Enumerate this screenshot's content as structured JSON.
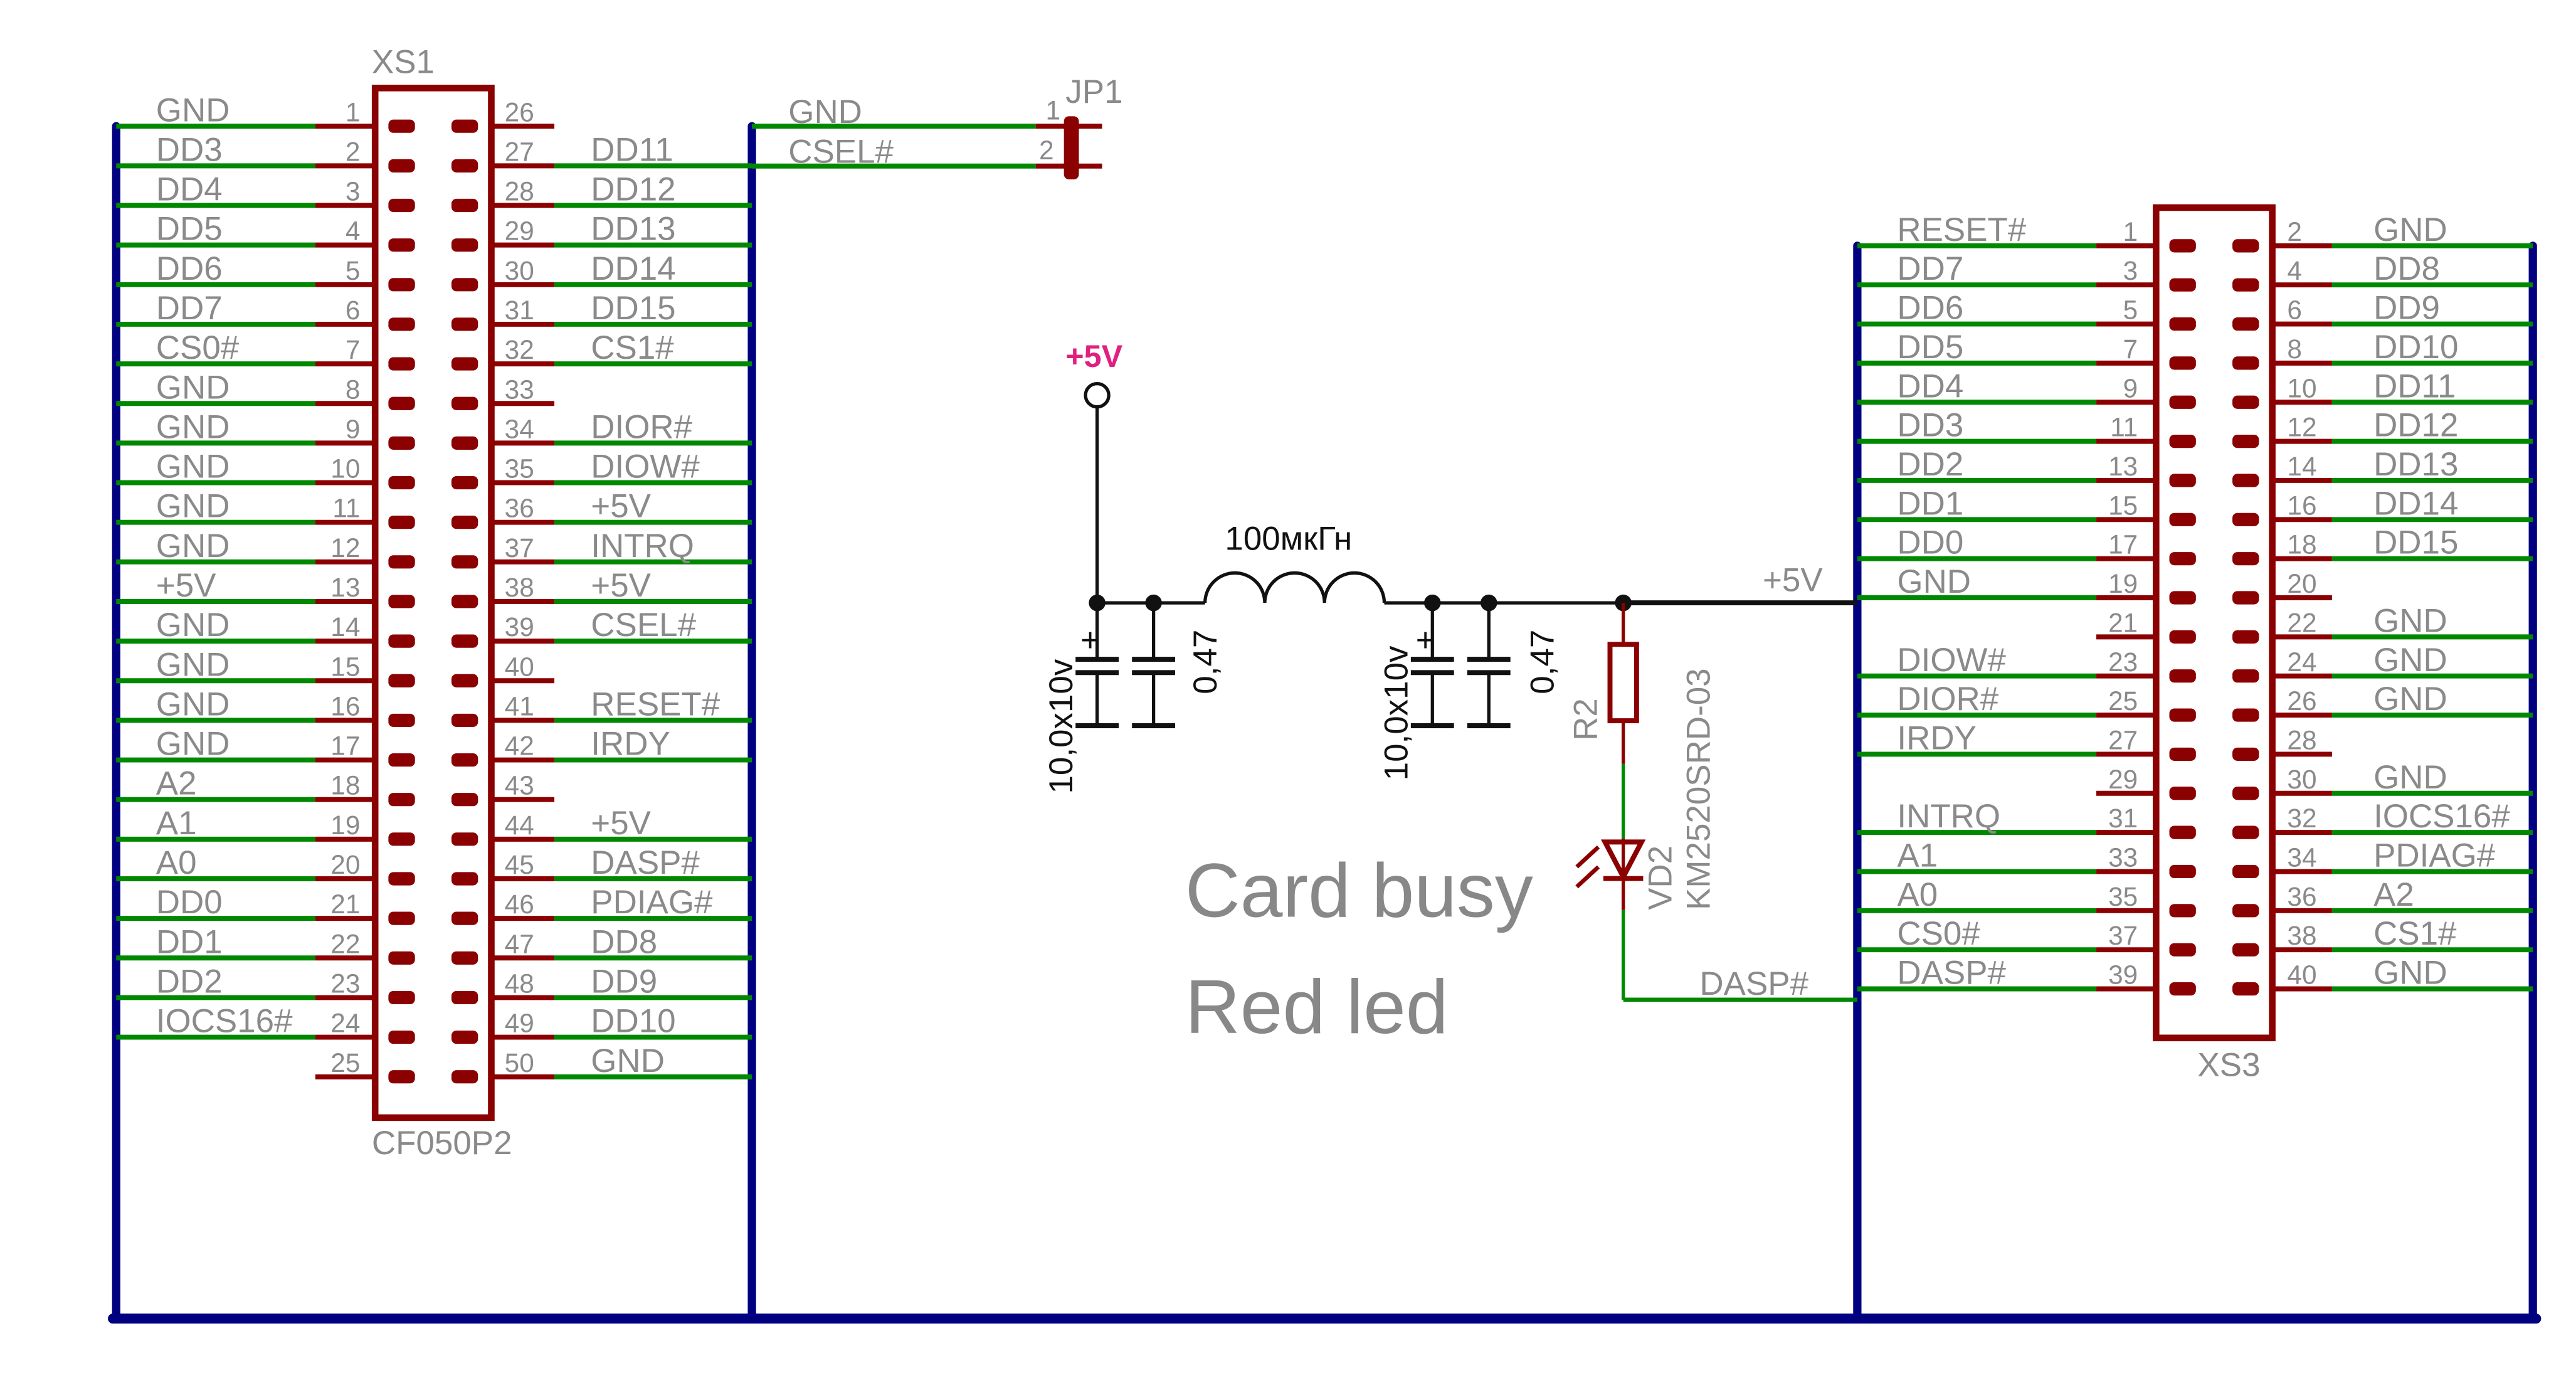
{
  "colors": {
    "bus": "#000080",
    "net": "#008800",
    "component": "#8b0000",
    "text": "#8a8a8a",
    "wire": "#111111",
    "power_label": "#e0207f"
  },
  "xs1": {
    "name": "XS1",
    "value": "CF050P2",
    "left_pins": [
      {
        "pin": "1",
        "net": "GND"
      },
      {
        "pin": "2",
        "net": "DD3"
      },
      {
        "pin": "3",
        "net": "DD4"
      },
      {
        "pin": "4",
        "net": "DD5"
      },
      {
        "pin": "5",
        "net": "DD6"
      },
      {
        "pin": "6",
        "net": "DD7"
      },
      {
        "pin": "7",
        "net": "CS0#"
      },
      {
        "pin": "8",
        "net": "GND"
      },
      {
        "pin": "9",
        "net": "GND"
      },
      {
        "pin": "10",
        "net": "GND"
      },
      {
        "pin": "11",
        "net": "GND"
      },
      {
        "pin": "12",
        "net": "GND"
      },
      {
        "pin": "13",
        "net": "+5V"
      },
      {
        "pin": "14",
        "net": "GND"
      },
      {
        "pin": "15",
        "net": "GND"
      },
      {
        "pin": "16",
        "net": "GND"
      },
      {
        "pin": "17",
        "net": "GND"
      },
      {
        "pin": "18",
        "net": "A2"
      },
      {
        "pin": "19",
        "net": "A1"
      },
      {
        "pin": "20",
        "net": "A0"
      },
      {
        "pin": "21",
        "net": "DD0"
      },
      {
        "pin": "22",
        "net": "DD1"
      },
      {
        "pin": "23",
        "net": "DD2"
      },
      {
        "pin": "24",
        "net": "IOCS16#"
      },
      {
        "pin": "25",
        "net": ""
      }
    ],
    "right_pins": [
      {
        "pin": "26",
        "net": ""
      },
      {
        "pin": "27",
        "net": "DD11"
      },
      {
        "pin": "28",
        "net": "DD12"
      },
      {
        "pin": "29",
        "net": "DD13"
      },
      {
        "pin": "30",
        "net": "DD14"
      },
      {
        "pin": "31",
        "net": "DD15"
      },
      {
        "pin": "32",
        "net": "CS1#"
      },
      {
        "pin": "33",
        "net": ""
      },
      {
        "pin": "34",
        "net": "DIOR#"
      },
      {
        "pin": "35",
        "net": "DIOW#"
      },
      {
        "pin": "36",
        "net": "+5V"
      },
      {
        "pin": "37",
        "net": "INTRQ"
      },
      {
        "pin": "38",
        "net": "+5V"
      },
      {
        "pin": "39",
        "net": "CSEL#"
      },
      {
        "pin": "40",
        "net": ""
      },
      {
        "pin": "41",
        "net": "RESET#"
      },
      {
        "pin": "42",
        "net": "IRDY"
      },
      {
        "pin": "43",
        "net": ""
      },
      {
        "pin": "44",
        "net": "+5V"
      },
      {
        "pin": "45",
        "net": "DASP#"
      },
      {
        "pin": "46",
        "net": "PDIAG#"
      },
      {
        "pin": "47",
        "net": "DD8"
      },
      {
        "pin": "48",
        "net": "DD9"
      },
      {
        "pin": "49",
        "net": "DD10"
      },
      {
        "pin": "50",
        "net": "GND"
      }
    ]
  },
  "jp1": {
    "name": "JP1",
    "pins": [
      {
        "pin": "1",
        "net": "GND"
      },
      {
        "pin": "2",
        "net": "CSEL#"
      }
    ]
  },
  "xs3": {
    "name": "XS3",
    "left_pins": [
      {
        "pin": "1",
        "net": "RESET#"
      },
      {
        "pin": "3",
        "net": "DD7"
      },
      {
        "pin": "5",
        "net": "DD6"
      },
      {
        "pin": "7",
        "net": "DD5"
      },
      {
        "pin": "9",
        "net": "DD4"
      },
      {
        "pin": "11",
        "net": "DD3"
      },
      {
        "pin": "13",
        "net": "DD2"
      },
      {
        "pin": "15",
        "net": "DD1"
      },
      {
        "pin": "17",
        "net": "DD0"
      },
      {
        "pin": "19",
        "net": "GND"
      },
      {
        "pin": "21",
        "net": ""
      },
      {
        "pin": "23",
        "net": "DIOW#"
      },
      {
        "pin": "25",
        "net": "DIOR#"
      },
      {
        "pin": "27",
        "net": "IRDY"
      },
      {
        "pin": "29",
        "net": ""
      },
      {
        "pin": "31",
        "net": "INTRQ"
      },
      {
        "pin": "33",
        "net": "A1"
      },
      {
        "pin": "35",
        "net": "A0"
      },
      {
        "pin": "37",
        "net": "CS0#"
      },
      {
        "pin": "39",
        "net": "DASP#"
      }
    ],
    "right_pins": [
      {
        "pin": "2",
        "net": "GND"
      },
      {
        "pin": "4",
        "net": "DD8"
      },
      {
        "pin": "6",
        "net": "DD9"
      },
      {
        "pin": "8",
        "net": "DD10"
      },
      {
        "pin": "10",
        "net": "DD11"
      },
      {
        "pin": "12",
        "net": "DD12"
      },
      {
        "pin": "14",
        "net": "DD13"
      },
      {
        "pin": "16",
        "net": "DD14"
      },
      {
        "pin": "18",
        "net": "DD15"
      },
      {
        "pin": "20",
        "net": ""
      },
      {
        "pin": "22",
        "net": "GND"
      },
      {
        "pin": "24",
        "net": "GND"
      },
      {
        "pin": "26",
        "net": "GND"
      },
      {
        "pin": "28",
        "net": ""
      },
      {
        "pin": "30",
        "net": "GND"
      },
      {
        "pin": "32",
        "net": "IOCS16#"
      },
      {
        "pin": "34",
        "net": "PDIAG#"
      },
      {
        "pin": "36",
        "net": "A2"
      },
      {
        "pin": "38",
        "net": "CS1#"
      },
      {
        "pin": "40",
        "net": "GND"
      }
    ]
  },
  "power": {
    "source_label": "+5V",
    "net_label": "+5V",
    "inductor_value": "100мкГн",
    "cap_electrolytic_value": "10,0x10v",
    "cap_ceramic_value": "0,47",
    "cap_plus_sign": "+",
    "resistor_name": "R2",
    "led_name": "VD2",
    "led_part": "KM2520SRD-03",
    "dasp_label": "DASP#"
  },
  "annotations": {
    "line1": "Card busy",
    "line2": "Red led"
  }
}
